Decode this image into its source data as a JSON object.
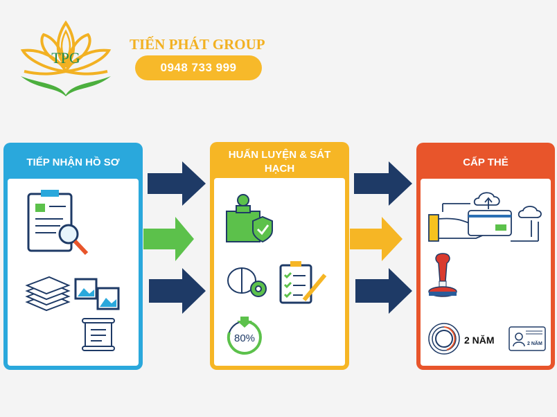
{
  "logo": {
    "text": "TPG"
  },
  "brand": {
    "name": "TIẾN PHÁT GROUP",
    "phone": "0948 733 999"
  },
  "steps": [
    {
      "title": "TIẾP NHẬN HỒ SƠ",
      "color": "#2aa8dc"
    },
    {
      "title": "HUẤN LUYỆN & SÁT HẠCH",
      "color": "#f6b625",
      "badge": "80%"
    },
    {
      "title": "CẤP THẺ",
      "color": "#e8552b",
      "validity": "2 NĂM",
      "card_text": "2 NĂM"
    }
  ],
  "arrow_colors": {
    "navy": "#1e3a66",
    "green": "#5cc14b",
    "yellow": "#f6b625"
  }
}
